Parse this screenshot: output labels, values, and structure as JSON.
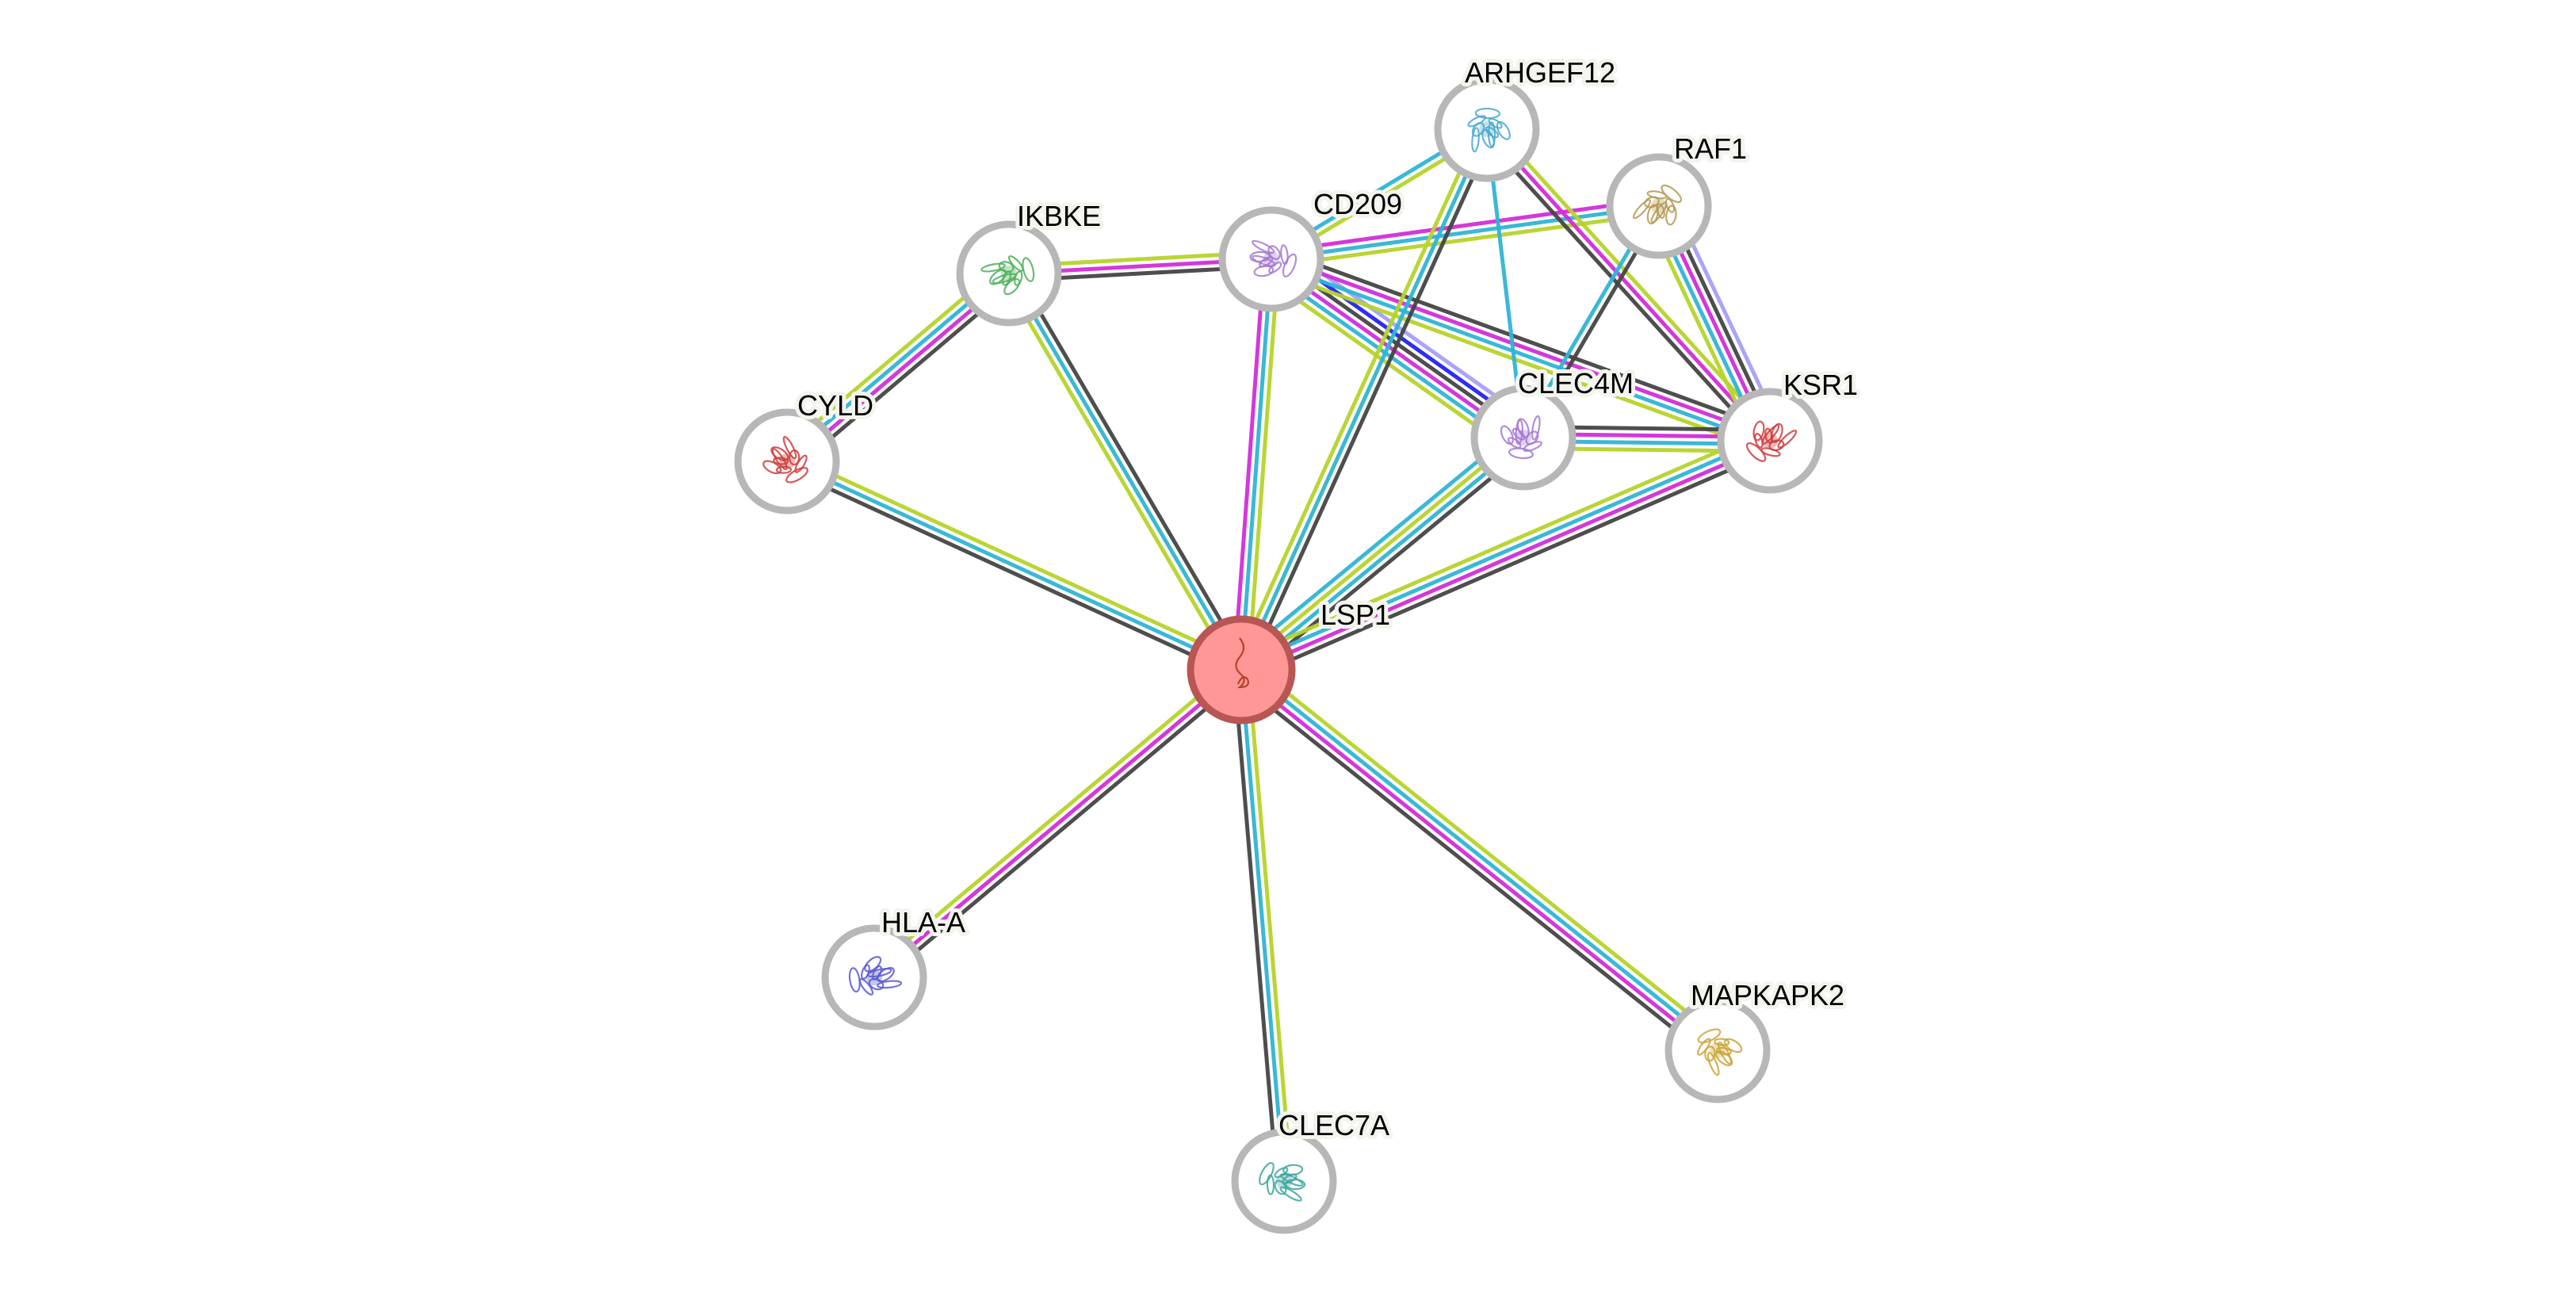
{
  "network": {
    "query_protein": "LSP1",
    "colors": {
      "node_ring": "#b7b7b7",
      "node_fill": "#ffffff",
      "query_fill": "#ff9797",
      "query_ring": "#b85654",
      "edge_black": "#444444",
      "edge_magenta": "#d22dd8",
      "edge_cyan": "#2fb4d6",
      "edge_yellowgreen": "#b6d32a",
      "edge_blue": "#2323f0",
      "edge_lightpurple": "#a5a0f5"
    },
    "nodes": [
      {
        "id": "LSP1",
        "label": "LSP1",
        "query": true,
        "glyph": "#b8412c"
      },
      {
        "id": "ARHGEF12",
        "label": "ARHGEF12",
        "glyph": "#4aa9cf"
      },
      {
        "id": "RAF1",
        "label": "RAF1",
        "glyph": "#b49a55"
      },
      {
        "id": "IKBKE",
        "label": "IKBKE",
        "glyph": "#4fb05a"
      },
      {
        "id": "CD209",
        "label": "CD209",
        "glyph": "#a678d2"
      },
      {
        "id": "CYLD",
        "label": "CYLD",
        "glyph": "#cf3b3b"
      },
      {
        "id": "CLEC4M",
        "label": "CLEC4M",
        "glyph": "#a678d2"
      },
      {
        "id": "KSR1",
        "label": "KSR1",
        "glyph": "#cf3b3b"
      },
      {
        "id": "HLA-A",
        "label": "HLA-A",
        "glyph": "#5a5ad2"
      },
      {
        "id": "CLEC7A",
        "label": "CLEC7A",
        "glyph": "#3fa6a0"
      },
      {
        "id": "MAPKAPK2",
        "label": "MAPKAPK2",
        "glyph": "#c9a63a"
      }
    ],
    "edges": [
      {
        "source": "IKBKE",
        "target": "CD209",
        "evidence": [
          "edge_yellowgreen",
          "edge_magenta",
          "edge_black"
        ]
      },
      {
        "source": "IKBKE",
        "target": "CYLD",
        "evidence": [
          "edge_black",
          "edge_magenta",
          "edge_cyan",
          "edge_yellowgreen"
        ]
      },
      {
        "source": "IKBKE",
        "target": "LSP1",
        "evidence": [
          "edge_black",
          "edge_cyan",
          "edge_yellowgreen"
        ]
      },
      {
        "source": "CYLD",
        "target": "LSP1",
        "evidence": [
          "edge_yellowgreen",
          "edge_cyan",
          "edge_black"
        ]
      },
      {
        "source": "CD209",
        "target": "LSP1",
        "evidence": [
          "edge_yellowgreen",
          "edge_cyan",
          "edge_magenta"
        ]
      },
      {
        "source": "CD209",
        "target": "ARHGEF12",
        "evidence": [
          "edge_cyan",
          "edge_yellowgreen"
        ]
      },
      {
        "source": "CD209",
        "target": "RAF1",
        "evidence": [
          "edge_magenta",
          "edge_cyan",
          "edge_yellowgreen"
        ]
      },
      {
        "source": "CD209",
        "target": "CLEC4M",
        "evidence": [
          "edge_lightpurple",
          "edge_blue",
          "edge_black",
          "edge_magenta",
          "edge_cyan",
          "edge_yellowgreen"
        ]
      },
      {
        "source": "CD209",
        "target": "KSR1",
        "evidence": [
          "edge_black",
          "edge_magenta",
          "edge_cyan",
          "edge_yellowgreen"
        ]
      },
      {
        "source": "ARHGEF12",
        "target": "LSP1",
        "evidence": [
          "edge_black",
          "edge_cyan",
          "edge_yellowgreen"
        ]
      },
      {
        "source": "ARHGEF12",
        "target": "CLEC4M",
        "evidence": [
          "edge_cyan"
        ]
      },
      {
        "source": "ARHGEF12",
        "target": "KSR1",
        "evidence": [
          "edge_yellowgreen",
          "edge_magenta",
          "edge_black"
        ]
      },
      {
        "source": "RAF1",
        "target": "CLEC4M",
        "evidence": [
          "edge_black",
          "edge_cyan"
        ]
      },
      {
        "source": "RAF1",
        "target": "KSR1",
        "evidence": [
          "edge_lightpurple",
          "edge_black",
          "edge_magenta",
          "edge_cyan",
          "edge_yellowgreen"
        ]
      },
      {
        "source": "CLEC4M",
        "target": "KSR1",
        "evidence": [
          "edge_black",
          "edge_magenta",
          "edge_cyan",
          "edge_yellowgreen"
        ]
      },
      {
        "source": "CLEC4M",
        "target": "LSP1",
        "evidence": [
          "edge_black",
          "edge_cyan",
          "edge_yellowgreen",
          "edge_cyan"
        ]
      },
      {
        "source": "KSR1",
        "target": "LSP1",
        "evidence": [
          "edge_black",
          "edge_magenta",
          "edge_cyan",
          "edge_yellowgreen"
        ]
      },
      {
        "source": "HLA-A",
        "target": "LSP1",
        "evidence": [
          "edge_yellowgreen",
          "edge_magenta",
          "edge_black"
        ]
      },
      {
        "source": "CLEC7A",
        "target": "LSP1",
        "evidence": [
          "edge_black",
          "edge_cyan",
          "edge_yellowgreen"
        ]
      },
      {
        "source": "MAPKAPK2",
        "target": "LSP1",
        "evidence": [
          "edge_black",
          "edge_magenta",
          "edge_cyan",
          "edge_yellowgreen"
        ]
      }
    ]
  }
}
